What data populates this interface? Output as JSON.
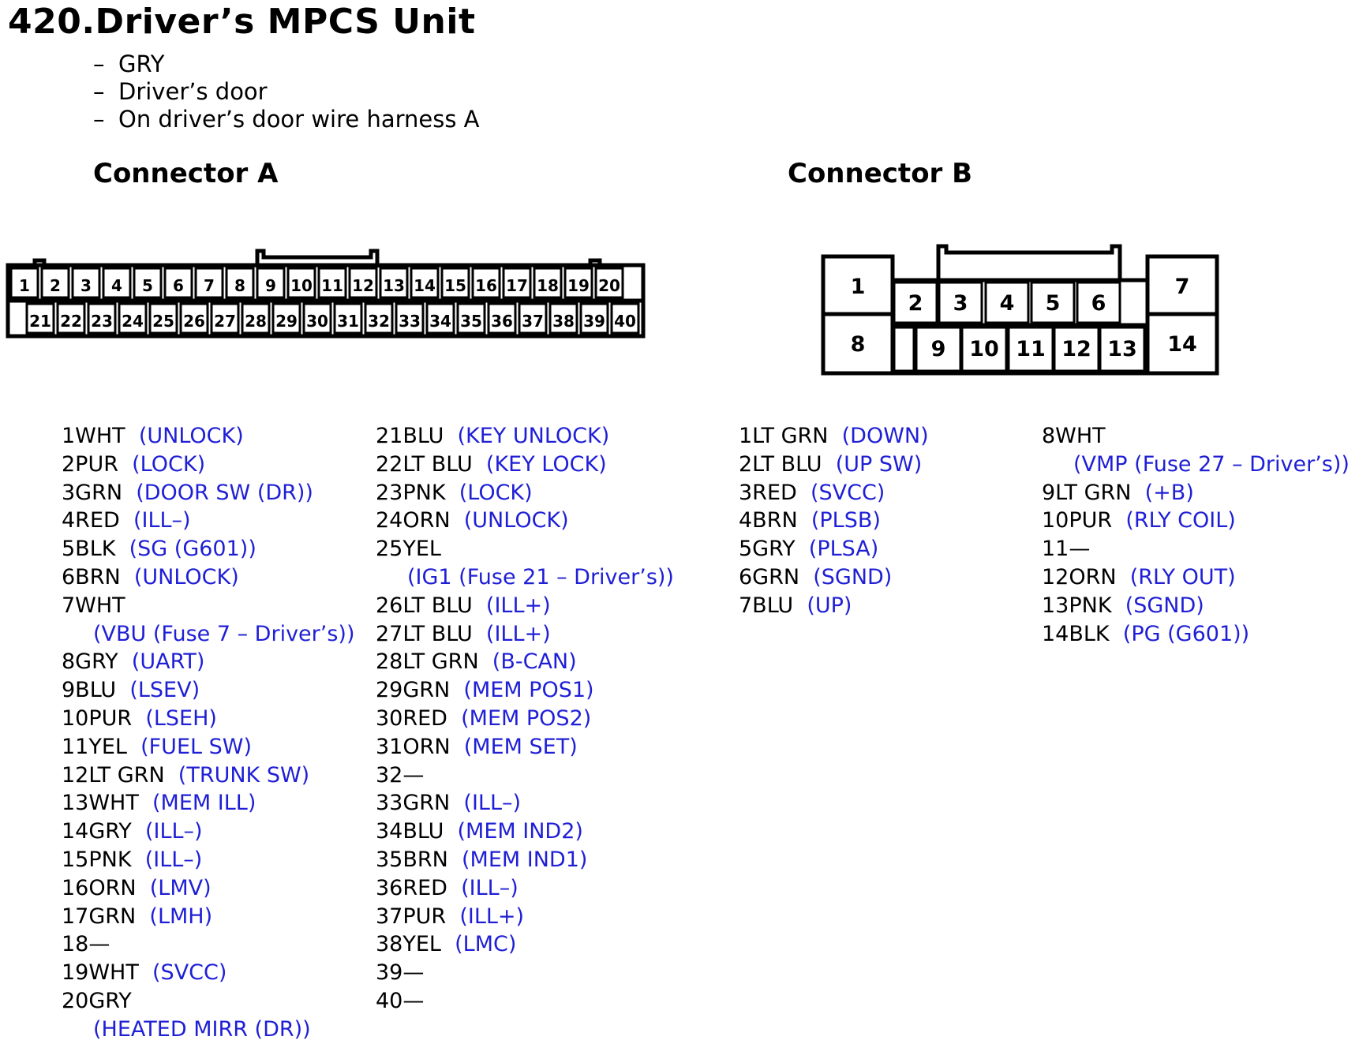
{
  "title": "420.Driver’s MPCS Unit",
  "notes": [
    "GRY",
    "Driver’s door",
    "On driver’s door wire harness A"
  ],
  "connector_a": {
    "label": "Connector A",
    "top_row": [
      "1",
      "2",
      "3",
      "4",
      "5",
      "6",
      "7",
      "8",
      "9",
      "10",
      "11",
      "12",
      "13",
      "14",
      "15",
      "16",
      "17",
      "18",
      "19",
      "20"
    ],
    "bottom_row": [
      "21",
      "22",
      "23",
      "24",
      "25",
      "26",
      "27",
      "28",
      "29",
      "30",
      "31",
      "32",
      "33",
      "34",
      "35",
      "36",
      "37",
      "38",
      "39",
      "40"
    ]
  },
  "connector_b": {
    "label": "Connector B",
    "cavities": [
      "1",
      "2",
      "3",
      "4",
      "5",
      "6",
      "7",
      "8",
      "9",
      "10",
      "11",
      "12",
      "13",
      "14"
    ]
  },
  "pins_a_col1": [
    {
      "pin": "1WHT",
      "fn": "(UNLOCK)",
      "wrap": false
    },
    {
      "pin": "2PUR",
      "fn": "(LOCK)",
      "wrap": false
    },
    {
      "pin": "3GRN",
      "fn": "(DOOR SW (DR))",
      "wrap": false
    },
    {
      "pin": "4RED",
      "fn": "(ILL–)",
      "wrap": false
    },
    {
      "pin": "5BLK",
      "fn": "(SG (G601))",
      "wrap": false
    },
    {
      "pin": "6BRN",
      "fn": "(UNLOCK)",
      "wrap": false
    },
    {
      "pin": "7WHT",
      "fn": "(VBU (Fuse 7 – Driver’s))",
      "wrap": true
    },
    {
      "pin": "8GRY",
      "fn": "(UART)",
      "wrap": false
    },
    {
      "pin": "9BLU",
      "fn": "(LSEV)",
      "wrap": false
    },
    {
      "pin": "10PUR",
      "fn": "(LSEH)",
      "wrap": false
    },
    {
      "pin": "11YEL",
      "fn": "(FUEL SW)",
      "wrap": false
    },
    {
      "pin": "12LT GRN",
      "fn": "(TRUNK SW)",
      "wrap": false
    },
    {
      "pin": "13WHT",
      "fn": "(MEM ILL)",
      "wrap": false
    },
    {
      "pin": "14GRY",
      "fn": "(ILL–)",
      "wrap": false
    },
    {
      "pin": "15PNK",
      "fn": "(ILL–)",
      "wrap": false
    },
    {
      "pin": "16ORN",
      "fn": "(LMV)",
      "wrap": false
    },
    {
      "pin": "17GRN",
      "fn": "(LMH)",
      "wrap": false
    },
    {
      "pin": "18—",
      "fn": "",
      "wrap": false
    },
    {
      "pin": "19WHT",
      "fn": "(SVCC)",
      "wrap": false
    },
    {
      "pin": "20GRY",
      "fn": "(HEATED MIRR (DR))",
      "wrap": true
    }
  ],
  "pins_a_col2": [
    {
      "pin": "21BLU",
      "fn": "(KEY UNLOCK)",
      "wrap": false
    },
    {
      "pin": "22LT BLU",
      "fn": "(KEY LOCK)",
      "wrap": false
    },
    {
      "pin": "23PNK",
      "fn": "(LOCK)",
      "wrap": false
    },
    {
      "pin": "24ORN",
      "fn": "(UNLOCK)",
      "wrap": false
    },
    {
      "pin": "25YEL",
      "fn": "(IG1 (Fuse 21 – Driver’s))",
      "wrap": true
    },
    {
      "pin": "26LT BLU",
      "fn": "(ILL+)",
      "wrap": false
    },
    {
      "pin": "27LT BLU",
      "fn": "(ILL+)",
      "wrap": false
    },
    {
      "pin": "28LT GRN",
      "fn": "(B-CAN)",
      "wrap": false
    },
    {
      "pin": "29GRN",
      "fn": "(MEM POS1)",
      "wrap": false
    },
    {
      "pin": "30RED",
      "fn": "(MEM POS2)",
      "wrap": false
    },
    {
      "pin": "31ORN",
      "fn": "(MEM SET)",
      "wrap": false
    },
    {
      "pin": "32—",
      "fn": "",
      "wrap": false
    },
    {
      "pin": "33GRN",
      "fn": "(ILL–)",
      "wrap": false
    },
    {
      "pin": "34BLU",
      "fn": "(MEM IND2)",
      "wrap": false
    },
    {
      "pin": "35BRN",
      "fn": "(MEM IND1)",
      "wrap": false
    },
    {
      "pin": "36RED",
      "fn": "(ILL–)",
      "wrap": false
    },
    {
      "pin": "37PUR",
      "fn": "(ILL+)",
      "wrap": false
    },
    {
      "pin": "38YEL",
      "fn": "(LMC)",
      "wrap": false
    },
    {
      "pin": "39—",
      "fn": "",
      "wrap": false
    },
    {
      "pin": "40—",
      "fn": "",
      "wrap": false
    }
  ],
  "pins_b_col1": [
    {
      "pin": "1LT GRN",
      "fn": "(DOWN)",
      "wrap": false
    },
    {
      "pin": "2LT BLU",
      "fn": "(UP SW)",
      "wrap": false
    },
    {
      "pin": "3RED",
      "fn": "(SVCC)",
      "wrap": false
    },
    {
      "pin": "4BRN",
      "fn": "(PLSB)",
      "wrap": false
    },
    {
      "pin": "5GRY",
      "fn": "(PLSA)",
      "wrap": false
    },
    {
      "pin": "6GRN",
      "fn": "(SGND)",
      "wrap": false
    },
    {
      "pin": "7BLU",
      "fn": "(UP)",
      "wrap": false
    }
  ],
  "pins_b_col2": [
    {
      "pin": "8WHT",
      "fn": "(VMP (Fuse 27 – Driver’s))",
      "wrap": true
    },
    {
      "pin": "9LT GRN",
      "fn": "(+B)",
      "wrap": false
    },
    {
      "pin": "10PUR",
      "fn": "(RLY COIL)",
      "wrap": false
    },
    {
      "pin": "11—",
      "fn": "",
      "wrap": false
    },
    {
      "pin": "12ORN",
      "fn": "(RLY OUT)",
      "wrap": false
    },
    {
      "pin": "13PNK",
      "fn": "(SGND)",
      "wrap": false
    },
    {
      "pin": "14BLK",
      "fn": "(PG (G601))",
      "wrap": false
    }
  ]
}
